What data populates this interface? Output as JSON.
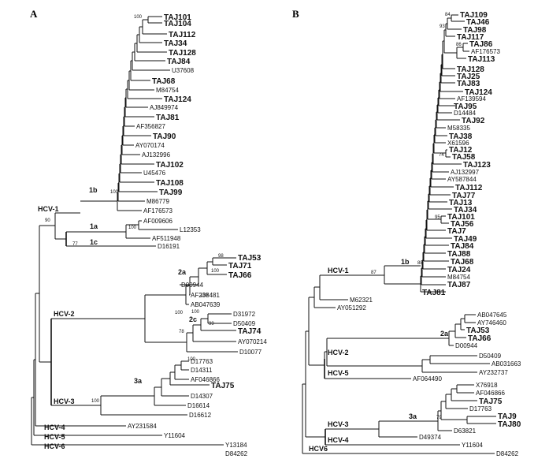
{
  "panels": {
    "a": {
      "label": "A",
      "taxa": {
        "t1": "TAJ101",
        "t2": "TAJ104",
        "t3": "TAJ112",
        "t4": "TAJ34",
        "t5": "TAJ128",
        "t6": "TAJ84",
        "t7": "U37608",
        "t8": "TAJ68",
        "t9": "M84754",
        "t10": "TAJ124",
        "t11": "AJ849974",
        "t12": "TAJ81",
        "t13": "AF356827",
        "t14": "TAJ90",
        "t15": "AY070174",
        "t16": "AJ132996",
        "t17": "TAJ102",
        "t18": "U45476",
        "t19": "TAJ108",
        "t20": "TAJ99",
        "t21": "M86779",
        "t22": "AF176573",
        "t23": "AF009606",
        "t24": "L12353",
        "t25": "AF511948",
        "t26": "D16191",
        "t27": "TAJ53",
        "t28": "TAJ71",
        "t29": "TAJ66",
        "t30": "D00944",
        "t31": "AF238481",
        "t32": "AB047639",
        "t33": "D31972",
        "t34": "D50409",
        "t35": "TAJ74",
        "t36": "AY070214",
        "t37": "D10077",
        "t38": "D17763",
        "t39": "D14311",
        "t40": "AF046866",
        "t41": "TAJ75",
        "t42": "D14307",
        "t43": "D16614",
        "t44": "D16612",
        "t45": "AY231584",
        "t46": "Y11604",
        "t47": "Y13184",
        "t48": "D84262"
      },
      "clades": {
        "hcv1": "HCV-1",
        "g1b": "1b",
        "g1a": "1a",
        "g1c": "1c",
        "hcv2": "HCV-2",
        "g2a": "2a",
        "g2c": "2c",
        "hcv3": "HCV-3",
        "g3a": "3a",
        "hcv4": "HCV-4",
        "hcv5": "HCV-5",
        "hcv6": "HCV-6"
      },
      "bootstrap": {
        "b1": "100",
        "b2": "100",
        "b3": "90",
        "b4": "100",
        "b5": "77",
        "b6": "98",
        "b7": "100",
        "b8": "100",
        "b9": "100",
        "b10": "100",
        "b11": "78",
        "b12": "99",
        "b13": "100",
        "b14": "100"
      }
    },
    "b": {
      "label": "B",
      "taxa": {
        "t1": "TAJ109",
        "t2": "TAJ46",
        "t3": "TAJ98",
        "t4": "TAJ117",
        "t5": "TAJ86",
        "t6": "AF176573",
        "t7": "TAJ113",
        "t8": "TAJ128",
        "t9": "TAJ25",
        "t10": "TAJ83",
        "t11": "TAJ124",
        "t12": "AF139594",
        "t13": "TAJ95",
        "t14": "D14484",
        "t15": "TAJ92",
        "t16": "M58335",
        "t17": "TAJ38",
        "t18": "X61596",
        "t19": "TAJ12",
        "t20": "TAJ58",
        "t21": "TAJ123",
        "t22": "AJ132997",
        "t23": "AY587844",
        "t24": "TAJ112",
        "t25": "TAJ77",
        "t26": "TAJ13",
        "t27": "TAJ34",
        "t28": "TAJ101",
        "t29": "TAJ56",
        "t30": "TAJ7",
        "t31": "TAJ49",
        "t32": "TAJ84",
        "t33": "TAJ88",
        "t34": "TAJ68",
        "t35": "TAJ24",
        "t36": "M84754",
        "t37": "TAJ87",
        "t38": "TAJ81",
        "t39": "M62321",
        "t40": "AY051292",
        "t41": "AB047645",
        "t42": "AY746460",
        "t43": "TAJ53",
        "t44": "TAJ66",
        "t45": "D00944",
        "t46": "D50409",
        "t47": "AB031663",
        "t48": "AY232737",
        "t49": "AF064490",
        "t50": "X76918",
        "t51": "AF046866",
        "t52": "TAJ75",
        "t53": "D17763",
        "t54": "TAJ9",
        "t55": "TAJ80",
        "t56": "D63821",
        "t57": "D49374",
        "t58": "Y11604",
        "t59": "D84262"
      },
      "clades": {
        "hcv1": "HCV-1",
        "g1b": "1b",
        "hcv2": "HCV-2",
        "g2a": "2a",
        "hcv5": "HCV-5",
        "hcv3": "HCV-3",
        "g3a": "3a",
        "hcv4": "HCV-4",
        "hcv6": "HCV6"
      },
      "bootstrap": {
        "b1": "84",
        "b2": "93",
        "b3": "86",
        "b4": "74",
        "b5": "95",
        "b6": "88",
        "b7": "87",
        "b8": "79"
      }
    }
  }
}
